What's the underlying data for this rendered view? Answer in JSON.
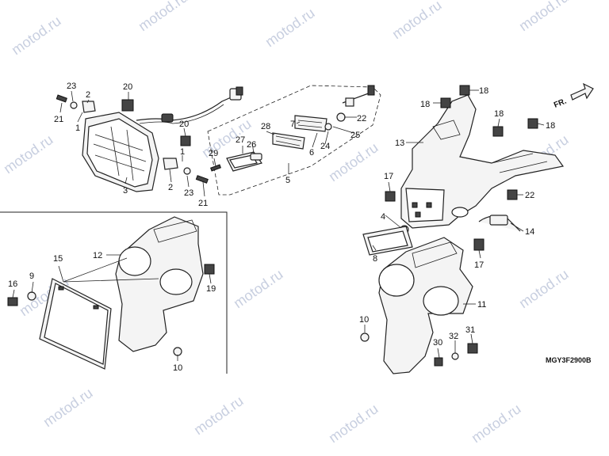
{
  "watermark": "motod.ru",
  "diagram_code": "MGY3F2900B",
  "direction_marker": "FR.",
  "callouts": [
    {
      "id": "c23a",
      "text": "23"
    },
    {
      "id": "c2a",
      "text": "2"
    },
    {
      "id": "c20a",
      "text": "20"
    },
    {
      "id": "c21a",
      "text": "21"
    },
    {
      "id": "c1a",
      "text": "1"
    },
    {
      "id": "c20b",
      "text": "20"
    },
    {
      "id": "c1b",
      "text": "1"
    },
    {
      "id": "c29",
      "text": "29"
    },
    {
      "id": "c27",
      "text": "27"
    },
    {
      "id": "c26",
      "text": "26"
    },
    {
      "id": "c28",
      "text": "28"
    },
    {
      "id": "c7",
      "text": "7"
    },
    {
      "id": "c22a",
      "text": "22"
    },
    {
      "id": "c25",
      "text": "25"
    },
    {
      "id": "c24",
      "text": "24"
    },
    {
      "id": "c6",
      "text": "6"
    },
    {
      "id": "c5",
      "text": "5"
    },
    {
      "id": "c3",
      "text": "3"
    },
    {
      "id": "c2b",
      "text": "2"
    },
    {
      "id": "c23b",
      "text": "23"
    },
    {
      "id": "c21b",
      "text": "21"
    },
    {
      "id": "c18a",
      "text": "18"
    },
    {
      "id": "c18b",
      "text": "18"
    },
    {
      "id": "c18c",
      "text": "18"
    },
    {
      "id": "c18d",
      "text": "18"
    },
    {
      "id": "c13",
      "text": "13"
    },
    {
      "id": "c17a",
      "text": "17"
    },
    {
      "id": "c22b",
      "text": "22"
    },
    {
      "id": "c4",
      "text": "4"
    },
    {
      "id": "c14",
      "text": "14"
    },
    {
      "id": "c8",
      "text": "8"
    },
    {
      "id": "c17b",
      "text": "17"
    },
    {
      "id": "c11",
      "text": "11"
    },
    {
      "id": "c10b",
      "text": "10"
    },
    {
      "id": "c31",
      "text": "31"
    },
    {
      "id": "c32",
      "text": "32"
    },
    {
      "id": "c30",
      "text": "30"
    },
    {
      "id": "c12",
      "text": "12"
    },
    {
      "id": "c15",
      "text": "15"
    },
    {
      "id": "c16",
      "text": "16"
    },
    {
      "id": "c9",
      "text": "9"
    },
    {
      "id": "c19",
      "text": "19"
    },
    {
      "id": "c10a",
      "text": "10"
    }
  ]
}
